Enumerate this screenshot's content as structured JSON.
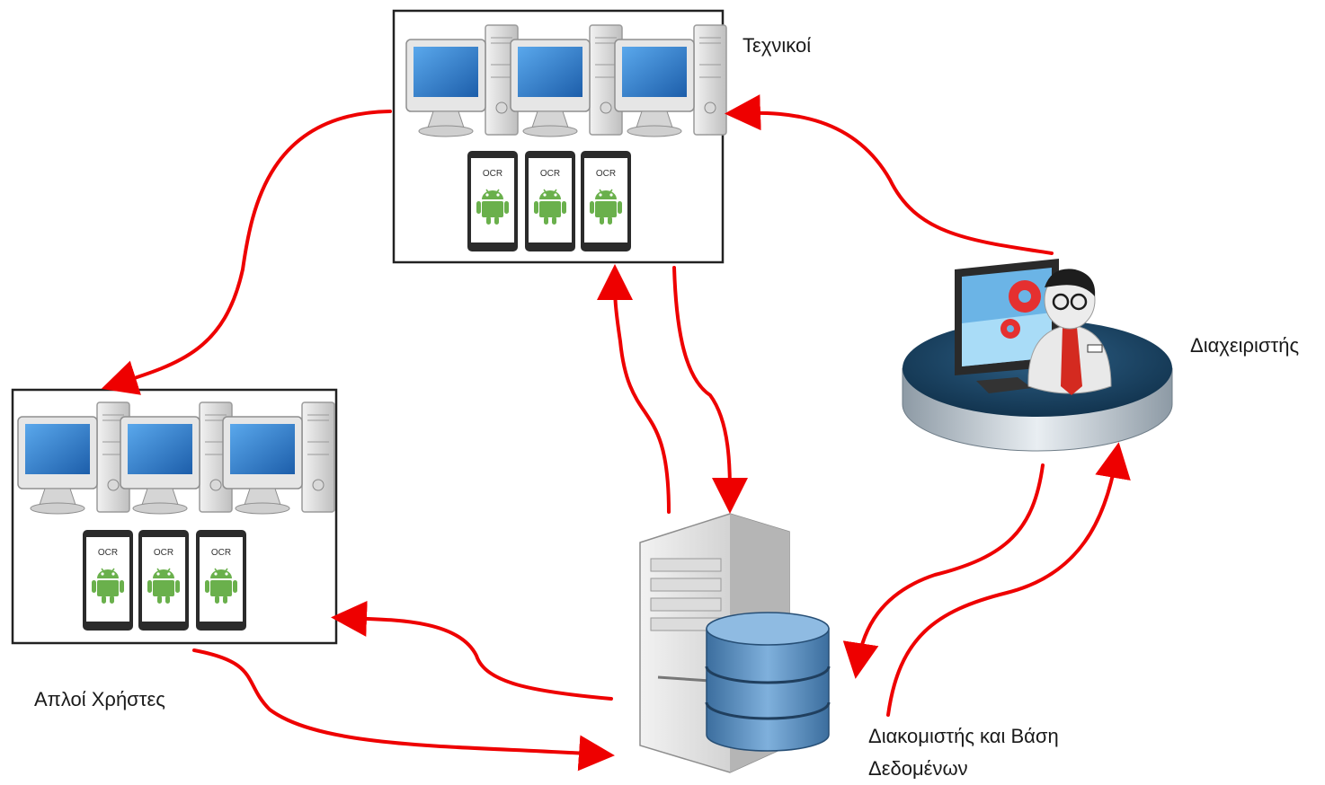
{
  "labels": {
    "technicians": "Τεχνικοί",
    "administrator": "Διαχειριστής",
    "simple_users": "Απλοί Χρήστες",
    "server_line1": "Διακομιστής και Βάση",
    "server_line2": "Δεδομένων"
  },
  "phone_text": "OCR",
  "colors": {
    "arrow": "#ee0000",
    "box_border": "#222222",
    "monitor_screen": "#2f77c8",
    "android": "#6ab04c",
    "platform": "#1e4666",
    "tie": "#d42a20"
  },
  "icons": [
    "desktop-computer-icon",
    "android-phone-icon",
    "administrator-icon",
    "database-server-icon"
  ]
}
